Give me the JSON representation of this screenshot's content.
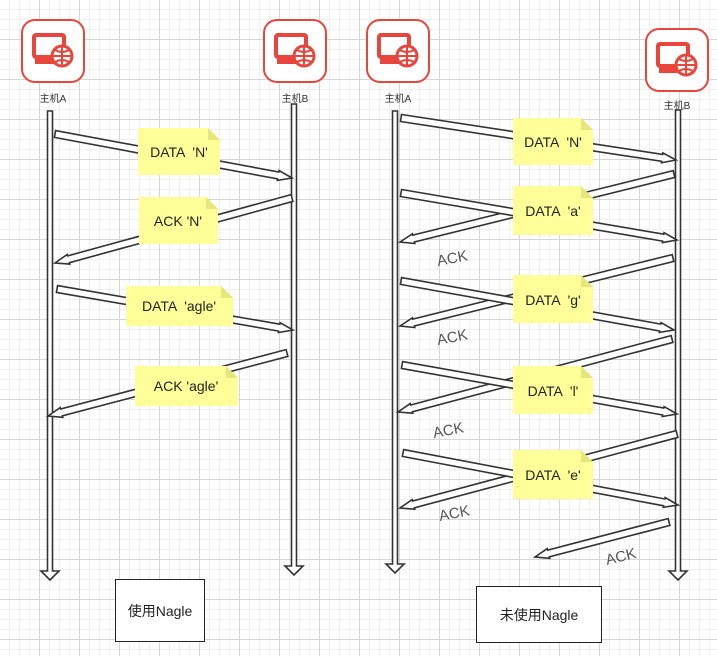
{
  "colors": {
    "icon": "#e8453c",
    "note": "#ffff99",
    "note_fold": "#e6e67a",
    "line": "#333333"
  },
  "left": {
    "host_a": "主机A",
    "host_b": "主机B",
    "caption": "使用Nagle",
    "notes": [
      "DATA  'N'",
      "ACK 'N'",
      "DATA  'agle'",
      "ACK 'agle'"
    ]
  },
  "right": {
    "host_a": "主机A",
    "host_b": "主机B",
    "caption": "未使用Nagle",
    "notes": [
      "DATA  'N'",
      "DATA  'a'",
      "DATA  'g'",
      "DATA  'l'",
      "DATA  'e'"
    ],
    "ack_label": "ACK"
  },
  "icons": [
    "remote-host-icon",
    "remote-host-icon",
    "remote-host-icon",
    "remote-host-icon"
  ]
}
